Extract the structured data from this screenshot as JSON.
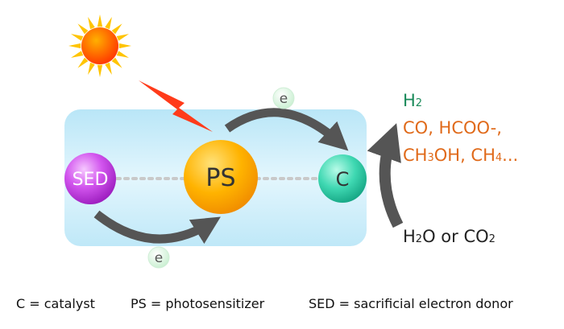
{
  "nodes": {
    "sed": {
      "label": "SED",
      "color": "#c43fe0"
    },
    "ps": {
      "label": "PS",
      "color": "#ffa800"
    },
    "catalyst": {
      "label": "C",
      "color": "#2ecfa8"
    }
  },
  "electrons": {
    "top": "e",
    "bottom": "e"
  },
  "products": {
    "h2": {
      "main": "H",
      "sub": "2",
      "color": "#1a8a5a"
    },
    "carbon_line1": {
      "text": "CO, HCOO-,",
      "color": "#e06a1a"
    },
    "carbon_line2": {
      "p1": "CH",
      "s1": "3",
      "p2": "OH, CH",
      "s2": "4",
      "p3": "...",
      "color": "#e06a1a"
    }
  },
  "reactant": {
    "p1": "H",
    "s1": "2",
    "p2": "O or CO",
    "s2": "2",
    "color": "#222222"
  },
  "legend": {
    "c": "C = catalyst",
    "ps": "PS = photosensitizer",
    "sed": "SED = sacrificial electron donor"
  },
  "colors": {
    "panel": "#cfeefa",
    "arrow": "#555555",
    "lightning": "#ff3b1a",
    "sun": "#ff5a00",
    "sun_rays": "#ffc400"
  }
}
